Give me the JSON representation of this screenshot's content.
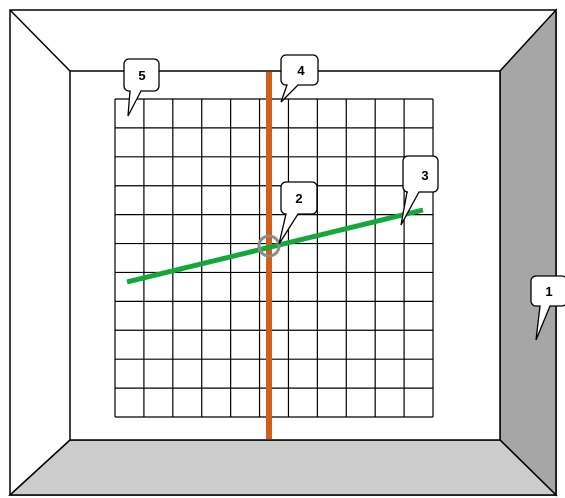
{
  "colors": {
    "background": "#ffffff",
    "outline": "#000000",
    "right_wall": "#a6a6a6",
    "floor": "#cccccc",
    "vertical_rod": "#d15f1b",
    "diagonal_rod": "#14a83c",
    "joint": "#8c8c8c"
  },
  "callouts": [
    {
      "id": "1",
      "label": "1"
    },
    {
      "id": "2",
      "label": "2"
    },
    {
      "id": "3",
      "label": "3"
    },
    {
      "id": "4",
      "label": "4"
    },
    {
      "id": "5",
      "label": "5"
    }
  ]
}
